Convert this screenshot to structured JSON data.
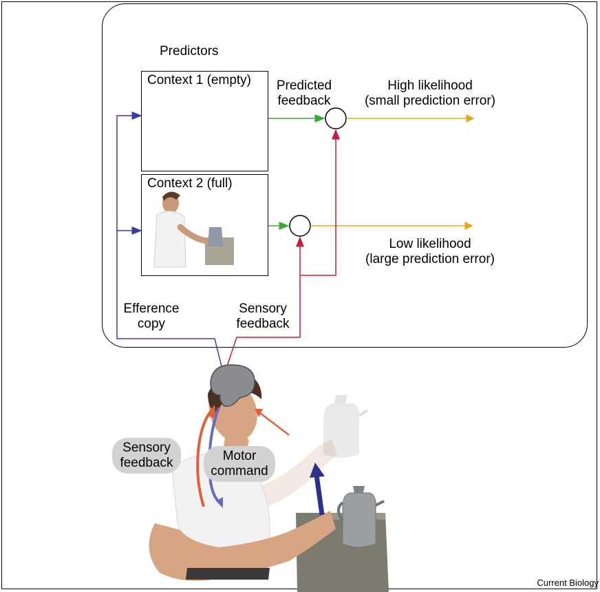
{
  "diagram": {
    "predictors_label": "Predictors",
    "context1_label": "Context 1 (empty)",
    "context2_label": "Context 2 (full)",
    "predicted_feedback_label": [
      "Predicted",
      "feedback"
    ],
    "high_likelihood_label": [
      "High likelihood",
      "(small prediction error)"
    ],
    "low_likelihood_label": [
      "Low likelihood",
      "(large prediction error)"
    ],
    "efference_copy_label": [
      "Efference",
      "copy"
    ],
    "sensory_feedback_top_label": [
      "Sensory",
      "feedback"
    ],
    "sensory_feedback_bottom_label": [
      "Sensory",
      "feedback"
    ],
    "motor_command_label": [
      "Motor",
      "command"
    ],
    "credit": "Current Biology"
  },
  "colors": {
    "efference": "#3b3b9a",
    "predicted": "#3aa63a",
    "sensory": "#cc1b3a",
    "likelihood": "#e8a816",
    "motor_arrow": "#2b2f8e",
    "orange_arrow": "#e0603c",
    "pill": "#d2d2d2",
    "brain": "#8a8c90"
  }
}
